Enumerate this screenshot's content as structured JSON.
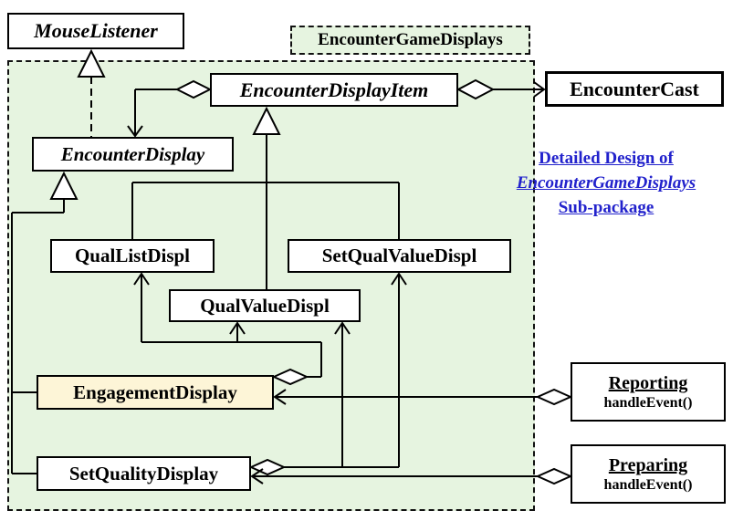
{
  "colors": {
    "package_bg": "#e6f4e0",
    "engagement_bg": "#fdf5d7",
    "annotation_blue": "#2222cc"
  },
  "package": {
    "label": "EncounterGameDisplays"
  },
  "classes": {
    "mouse_listener": {
      "name": "MouseListener"
    },
    "encounter_display_item": {
      "name": "EncounterDisplayItem"
    },
    "encounter_cast": {
      "name": "EncounterCast"
    },
    "encounter_display": {
      "name": "EncounterDisplay"
    },
    "qual_list_displ": {
      "name": "QualListDispl"
    },
    "set_qual_value_displ": {
      "name": "SetQualValueDispl"
    },
    "qual_value_displ": {
      "name": "QualValueDispl"
    },
    "engagement_display": {
      "name": "EngagementDisplay"
    },
    "set_quality_display": {
      "name": "SetQualityDisplay"
    },
    "reporting": {
      "name": "Reporting",
      "method": "handleEvent()"
    },
    "preparing": {
      "name": "Preparing",
      "method": "handleEvent()"
    }
  },
  "annotation": {
    "line1": "Detailed Design of",
    "line2": "EncounterGameDisplays",
    "line3": "Sub-package"
  }
}
